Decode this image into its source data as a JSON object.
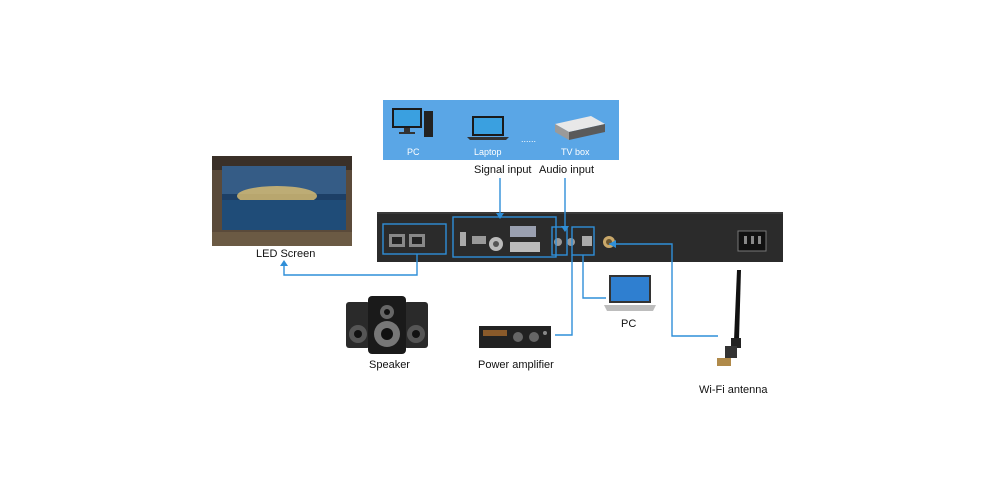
{
  "sources": {
    "pc_label": "PC",
    "laptop_label": "Laptop",
    "dots": "......",
    "tvbox_label": "TV box"
  },
  "labels": {
    "signal_input": "Signal input",
    "audio_input": "Audio input",
    "led_screen": "LED Screen",
    "pc": "PC",
    "speaker": "Speaker",
    "power_amplifier": "Power amplifier",
    "wifi_antenna": "Wi-Fi antenna"
  },
  "colors": {
    "panel_blue": "#5aa6e6",
    "connector_line": "#2f8fd8",
    "device_body": "#2b2b2b"
  }
}
